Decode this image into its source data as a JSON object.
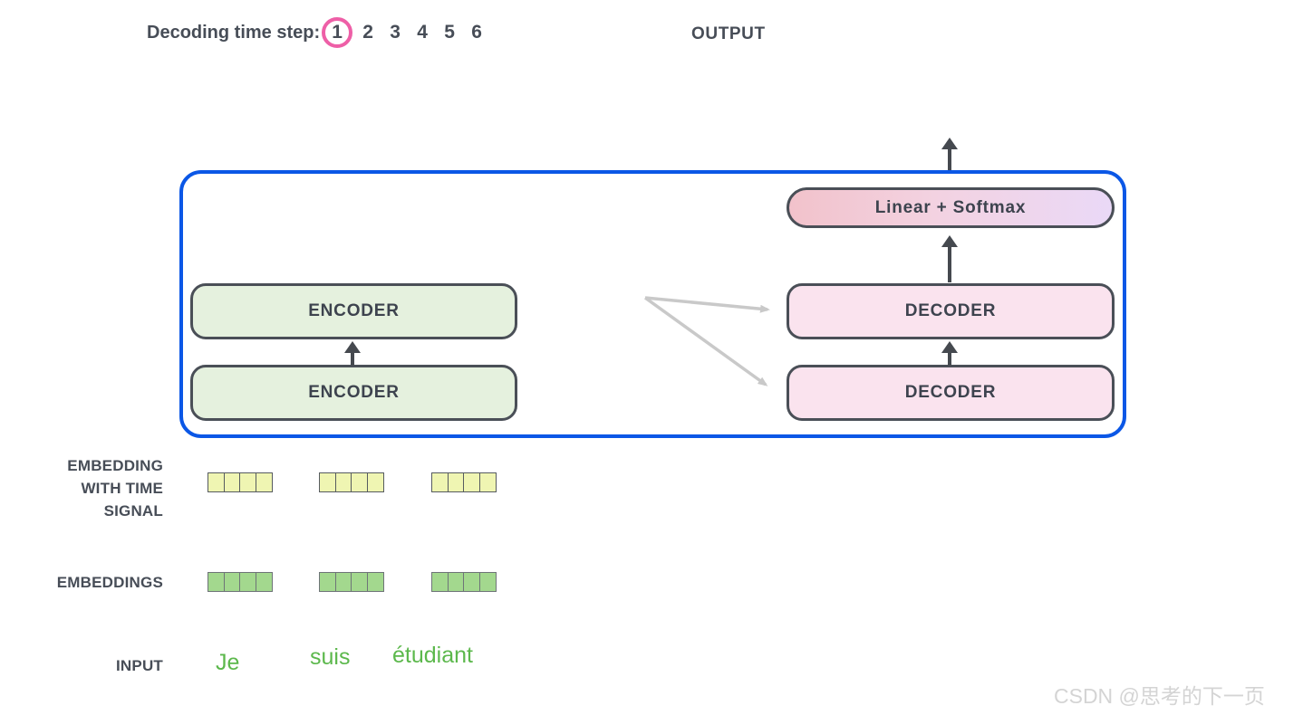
{
  "header": {
    "decoding_label": "Decoding time step:",
    "steps": [
      "1",
      "2",
      "3",
      "4",
      "5",
      "6"
    ],
    "active_step": "1",
    "output_label": "OUTPUT"
  },
  "diagram": {
    "encoder_label": "ENCODER",
    "decoder_label": "DECODER",
    "linear_softmax_label": "Linear + Softmax"
  },
  "rows": {
    "embedding_time_label": "EMBEDDING\nWITH TIME\nSIGNAL",
    "embeddings_label": "EMBEDDINGS",
    "input_label": "INPUT",
    "input_words": [
      "Je",
      "suis",
      "étudiant"
    ],
    "vector_groups": 3,
    "vector_cells_per_group": 4
  },
  "watermark": "CSDN @思考的下一页",
  "colors": {
    "accent_blue": "#0b57e6",
    "accent_pink": "#ee5fa7",
    "encoder_fill": "#e5f1de",
    "decoder_fill": "#fae3ee",
    "softmax_gradient_left": "#f2c2cb",
    "softmax_gradient_right": "#ead9f7",
    "embedding_yellow": "#eff5b2",
    "embedding_green": "#a3d88e",
    "word_green": "#5cb84c",
    "dark_text": "#474d57",
    "gray_arrow": "#c9c9c9"
  }
}
